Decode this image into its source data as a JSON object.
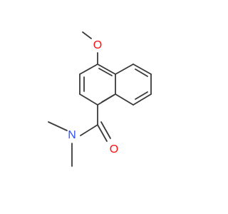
{
  "molecule": {
    "atoms": [
      {
        "label": "O",
        "color": "#ff0d0d"
      },
      {
        "label": "O",
        "color": "#ff0d0d"
      },
      {
        "label": "N",
        "color": "#3050f8"
      }
    ]
  },
  "colors": {
    "bond": "#3a3a3a",
    "background": "#ffffff"
  }
}
